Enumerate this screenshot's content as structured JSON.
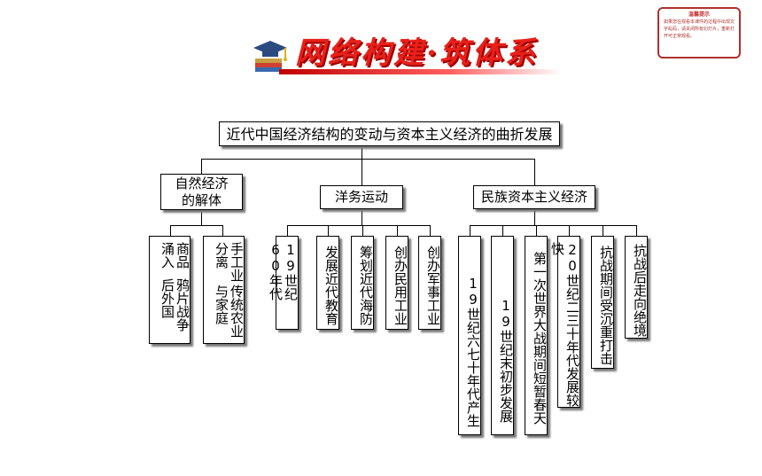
{
  "header": {
    "title": "网络构建·筑体系",
    "notice_title": "温馨提示",
    "notice_body": "如果您在观看本课件的过程中出现文字乱码，请关闭所有幻灯片，重新打开可正常观看。"
  },
  "diagram": {
    "root": "近代中国经济结构的变动与资本主义经济的曲折发展",
    "branches": [
      {
        "label": "自然经济的解体",
        "leaves": [
          "鸦片战争后外国",
          "商品涌入",
          "手工业分离",
          "传统农业与家庭"
        ]
      },
      {
        "label": "洋务运动",
        "leaves": [
          "19世纪60年代",
          "发展近代教育",
          "筹划近代海防",
          "创办民用工业",
          "创办军事工业"
        ]
      },
      {
        "label": "民族资本主义经济",
        "leaves": [
          "19世纪六七十年代产生",
          "19世纪末初步发展",
          "第一次世界大战期间短暂春天",
          "20世纪二三十年代发展较快",
          "抗战期间受沉重打击",
          "抗战后走向绝境"
        ]
      }
    ]
  }
}
